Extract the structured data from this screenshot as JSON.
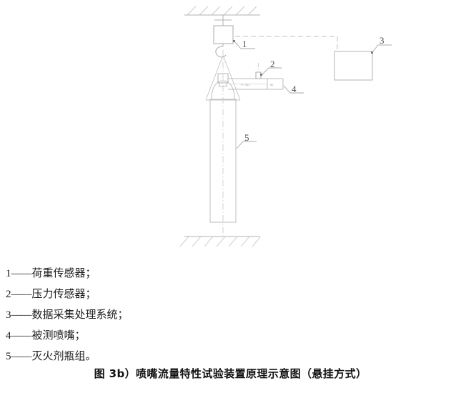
{
  "figure": {
    "title_caption": "图 3b）喷嘴流量特性试验装置原理示意图（悬挂方式）",
    "callouts": [
      {
        "id": "callout-1",
        "text": "1"
      },
      {
        "id": "callout-2",
        "text": "2"
      },
      {
        "id": "callout-3",
        "text": "3"
      },
      {
        "id": "callout-4",
        "text": "4"
      },
      {
        "id": "callout-5",
        "text": "5"
      }
    ],
    "pipe_marks": {
      "left_mark": "⊣⊢ 2N-1",
      "right_mark": "N0"
    },
    "colors": {
      "line": "#b4b4b4",
      "line_dark": "#8c8c8c",
      "hatch": "#c8c8c8",
      "callout_text": "#4a4a4a",
      "body_text": "#1a1a1a",
      "background": "#ffffff"
    }
  },
  "legend": {
    "items": [
      {
        "index": "1",
        "dash": "——",
        "label": "荷重传感器；"
      },
      {
        "index": "2",
        "dash": "——",
        "label": "压力传感器；"
      },
      {
        "index": "3",
        "dash": "——",
        "label": "数据采集处理系统；"
      },
      {
        "index": "4",
        "dash": "——",
        "label": "被测喷嘴；"
      },
      {
        "index": "5",
        "dash": "——",
        "label": "灭火剂瓶组。"
      }
    ]
  }
}
